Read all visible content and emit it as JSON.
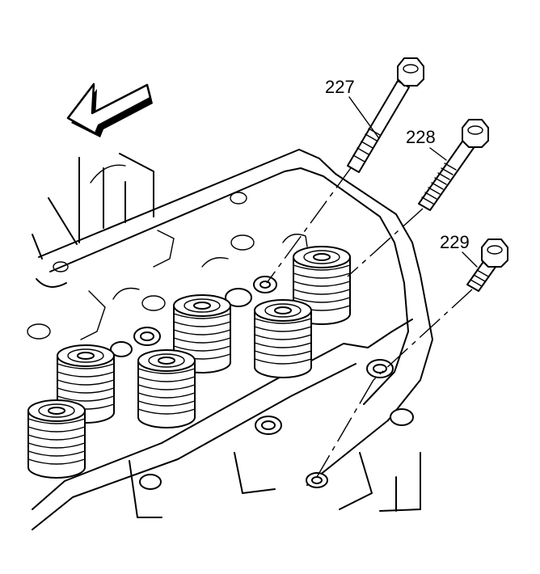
{
  "labels": {
    "bolt_227": "227",
    "bolt_228": "228",
    "bolt_229": "229"
  },
  "icons": {
    "direction_arrow": "front-direction-arrow-icon"
  },
  "colors": {
    "line": "#000000",
    "background": "#ffffff"
  }
}
